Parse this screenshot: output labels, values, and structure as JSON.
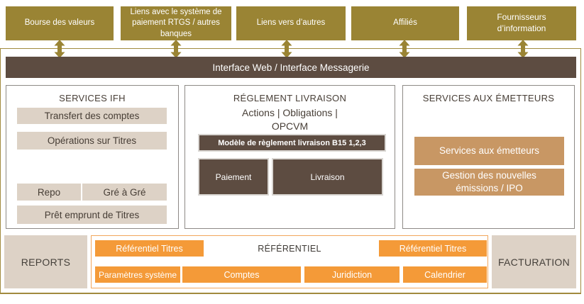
{
  "colors": {
    "olive": "#9a8434",
    "dark_brown": "#5d4c41",
    "beige": "#ddd2c6",
    "tan": "#c89764",
    "orange": "#f49a38",
    "frame": "#a18a3e",
    "heading_text": "#473e36"
  },
  "top_nodes": [
    {
      "label": "Bourse des valeurs"
    },
    {
      "label": "Liens avec le système de paiement RTGS / autres banques"
    },
    {
      "label": "Liens vers d’autres"
    },
    {
      "label": "Affiliés"
    },
    {
      "label": "Fournisseurs d’information"
    }
  ],
  "interface_bar": {
    "label": "Interface Web / Interface Messagerie"
  },
  "services_ifh": {
    "title": "SERVICES IFH",
    "transfert": "Transfert des comptes",
    "operations": "Opérations sur Titres",
    "repo": "Repo",
    "gre_a_gre": "Gré à Gré",
    "pret_emprunt": "Prêt emprunt de Titres"
  },
  "reglement_livraison": {
    "title": "RÉGLEMENT LIVRAISON",
    "subtitle_line1": "Actions | Obligations |",
    "subtitle_line2": "OPCVM",
    "modele": "Modèle de règlement livraison B15 1,2,3",
    "paiement": "Paiement",
    "livraison": "Livraison"
  },
  "services_emetteurs": {
    "title": "SERVICES AUX ÉMETTEURS",
    "services": "Services aux émetteurs",
    "gestion": "Gestion des nouvelles émissions / IPO"
  },
  "bottom": {
    "reports": "REPORTS",
    "facturation": "FACTURATION",
    "referentiel": {
      "title": "RÉFÉRENTIEL",
      "titres_left": "Référentiel Titres",
      "titres_right": "Référentiel Titres",
      "parametres": "Paramètres système",
      "comptes": "Comptes",
      "juridiction": "Juridiction",
      "calendrier": "Calendrier"
    }
  }
}
